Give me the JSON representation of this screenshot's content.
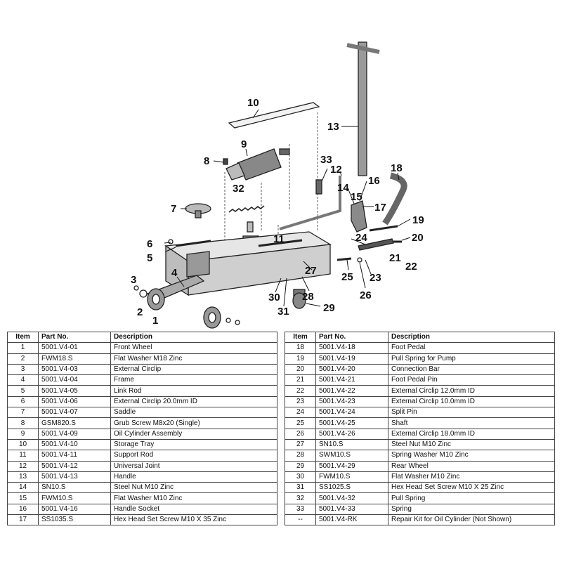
{
  "callouts": [
    {
      "label": "1"
    },
    {
      "label": "2"
    },
    {
      "label": "3"
    },
    {
      "label": "4"
    },
    {
      "label": "5"
    },
    {
      "label": "6"
    },
    {
      "label": "7"
    },
    {
      "label": "8"
    },
    {
      "label": "9"
    },
    {
      "label": "10"
    },
    {
      "label": "11"
    },
    {
      "label": "12"
    },
    {
      "label": "13"
    },
    {
      "label": "14"
    },
    {
      "label": "15"
    },
    {
      "label": "16"
    },
    {
      "label": "17"
    },
    {
      "label": "18"
    },
    {
      "label": "19"
    },
    {
      "label": "20"
    },
    {
      "label": "21"
    },
    {
      "label": "22"
    },
    {
      "label": "23"
    },
    {
      "label": "24"
    },
    {
      "label": "25"
    },
    {
      "label": "26"
    },
    {
      "label": "27"
    },
    {
      "label": "28"
    },
    {
      "label": "29"
    },
    {
      "label": "30"
    },
    {
      "label": "31"
    },
    {
      "label": "32"
    },
    {
      "label": "33"
    }
  ],
  "table": {
    "headers": {
      "item": "Item",
      "part": "Part No.",
      "description": "Description"
    },
    "left_rows": [
      {
        "item": "1",
        "part": "5001.V4-01",
        "description": "Front Wheel"
      },
      {
        "item": "2",
        "part": "FWM18.S",
        "description": "Flat Washer M18 Zinc"
      },
      {
        "item": "3",
        "part": "5001.V4-03",
        "description": "External Circlip"
      },
      {
        "item": "4",
        "part": "5001.V4-04",
        "description": "Frame"
      },
      {
        "item": "5",
        "part": "5001.V4-05",
        "description": "Link Rod"
      },
      {
        "item": "6",
        "part": "5001.V4-06",
        "description": "External Circlip 20.0mm ID"
      },
      {
        "item": "7",
        "part": "5001.V4-07",
        "description": "Saddle"
      },
      {
        "item": "8",
        "part": "GSM820.S",
        "description": "Grub Screw M8x20 (Single)"
      },
      {
        "item": "9",
        "part": "5001.V4-09",
        "description": "Oil Cylinder Assembly"
      },
      {
        "item": "10",
        "part": "5001.V4-10",
        "description": "Storage Tray"
      },
      {
        "item": "11",
        "part": "5001.V4-11",
        "description": "Support Rod"
      },
      {
        "item": "12",
        "part": "5001.V4-12",
        "description": "Universal Joint"
      },
      {
        "item": "13",
        "part": "5001.V4-13",
        "description": "Handle"
      },
      {
        "item": "14",
        "part": "SN10.S",
        "description": "Steel Nut M10 Zinc"
      },
      {
        "item": "15",
        "part": "FWM10.S",
        "description": "Flat Washer M10 Zinc"
      },
      {
        "item": "16",
        "part": "5001.V4-16",
        "description": "Handle Socket"
      },
      {
        "item": "17",
        "part": "SS1035.S",
        "description": "Hex Head Set Screw M10 X 35 Zinc"
      }
    ],
    "right_rows": [
      {
        "item": "18",
        "part": "5001.V4-18",
        "description": "Foot Pedal"
      },
      {
        "item": "19",
        "part": "5001.V4-19",
        "description": "Pull Spring for Pump"
      },
      {
        "item": "20",
        "part": "5001.V4-20",
        "description": "Connection Bar"
      },
      {
        "item": "21",
        "part": "5001.V4-21",
        "description": "Foot Pedal Pin"
      },
      {
        "item": "22",
        "part": "5001.V4-22",
        "description": "External Circlip 12.0mm ID"
      },
      {
        "item": "23",
        "part": "5001.V4-23",
        "description": "External Circlip 10.0mm ID"
      },
      {
        "item": "24",
        "part": "5001.V4-24",
        "description": "Split Pin"
      },
      {
        "item": "25",
        "part": "5001.V4-25",
        "description": "Shaft"
      },
      {
        "item": "26",
        "part": "5001.V4-26",
        "description": "External Circlip 18.0mm ID"
      },
      {
        "item": "27",
        "part": "SN10.S",
        "description": "Steel Nut M10 Zinc"
      },
      {
        "item": "28",
        "part": "SWM10.S",
        "description": "Spring Washer M10 Zinc"
      },
      {
        "item": "29",
        "part": "5001.V4-29",
        "description": "Rear Wheel"
      },
      {
        "item": "30",
        "part": "FWM10.S",
        "description": "Flat Washer M10 Zinc"
      },
      {
        "item": "31",
        "part": "SS1025.S",
        "description": "Hex Head Set Screw M10 X 25 Zinc"
      },
      {
        "item": "32",
        "part": "5001.V4-32",
        "description": "Pull Spring"
      },
      {
        "item": "33",
        "part": "5001.V4-33",
        "description": "Spring"
      },
      {
        "item": "--",
        "part": "5001.V4-RK",
        "description": "Repair Kit for Oil Cylinder (Not Shown)"
      }
    ]
  }
}
